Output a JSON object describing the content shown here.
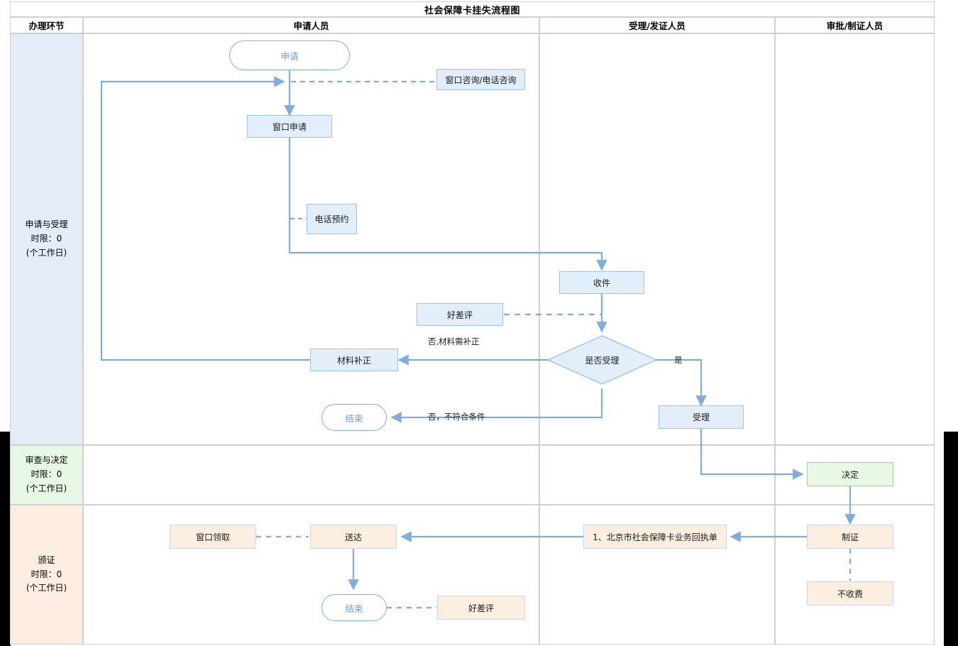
{
  "title": "社会保障卡挂失流程图",
  "columns": [
    {
      "key": "stage",
      "label": "办理环节"
    },
    {
      "key": "applicant",
      "label": "申请人员"
    },
    {
      "key": "acceptor",
      "label": "受理/发证人员"
    },
    {
      "key": "approver",
      "label": "审批/制证人员"
    }
  ],
  "lanes": [
    {
      "key": "lane1",
      "name": "申请与受理",
      "limit": "时限：0",
      "unit": "(个工作日)",
      "color": "#e4ecf8"
    },
    {
      "key": "lane2",
      "name": "审查与决定",
      "limit": "时限：0",
      "unit": "(个工作日)",
      "color": "#e6f7e6"
    },
    {
      "key": "lane3",
      "name": "颁证",
      "limit": "时限：0",
      "unit": "(个工作日)",
      "color": "#fdeee1"
    }
  ],
  "nodes": {
    "apply": {
      "label": "申请",
      "shape": "terminator",
      "lane": "lane1",
      "column": "applicant"
    },
    "consult": {
      "label": "窗口咨询/电话咨询",
      "shape": "box",
      "lane": "lane1",
      "column": "applicant"
    },
    "window_apply": {
      "label": "窗口申请",
      "shape": "box",
      "lane": "lane1",
      "column": "applicant"
    },
    "phone_booking": {
      "label": "电话预约",
      "shape": "box",
      "lane": "lane1",
      "column": "applicant"
    },
    "receive": {
      "label": "收件",
      "shape": "box",
      "lane": "lane1",
      "column": "acceptor"
    },
    "review_top": {
      "label": "好差评",
      "shape": "box",
      "lane": "lane1",
      "column": "applicant"
    },
    "decide_accept": {
      "label": "是否受理",
      "shape": "diamond",
      "lane": "lane1",
      "column": "acceptor"
    },
    "fix_material": {
      "label": "材料补正",
      "shape": "box",
      "lane": "lane1",
      "column": "applicant"
    },
    "end_top": {
      "label": "结束",
      "shape": "terminator",
      "lane": "lane1",
      "column": "applicant"
    },
    "accept": {
      "label": "受理",
      "shape": "box",
      "lane": "lane1",
      "column": "acceptor"
    },
    "decision": {
      "label": "决定",
      "shape": "box",
      "lane": "lane2",
      "column": "approver"
    },
    "make_card": {
      "label": "制证",
      "shape": "box",
      "lane": "lane3",
      "column": "approver"
    },
    "no_fee": {
      "label": "不收费",
      "shape": "box",
      "lane": "lane3",
      "column": "approver"
    },
    "receipt": {
      "label": "1、北京市社会保障卡业务回执单",
      "shape": "box",
      "lane": "lane3",
      "column": "acceptor"
    },
    "deliver": {
      "label": "送达",
      "shape": "box",
      "lane": "lane3",
      "column": "applicant"
    },
    "window_pickup": {
      "label": "窗口领取",
      "shape": "box",
      "lane": "lane3",
      "column": "applicant"
    },
    "end_bottom": {
      "label": "结束",
      "shape": "terminator",
      "lane": "lane3",
      "column": "applicant"
    },
    "review_bottom": {
      "label": "好差评",
      "shape": "box",
      "lane": "lane3",
      "column": "applicant"
    }
  },
  "edge_labels": {
    "need_fix": "否,材料需补正",
    "yes": "是",
    "not_quald": "否，不符合条件"
  },
  "colors": {
    "line": "#7eaedb",
    "node_blue_fill": "#e3eefb",
    "node_blue_border": "#9dc3e6",
    "node_green_fill": "#e9f8e4",
    "node_orange_fill": "#fceee1",
    "lane1_fill": "#e4ecf8",
    "lane2_fill": "#e6f7e6",
    "lane3_fill": "#fdeee1",
    "grid": "#d0d0d0",
    "terminator_text": "#6f9fd0"
  }
}
